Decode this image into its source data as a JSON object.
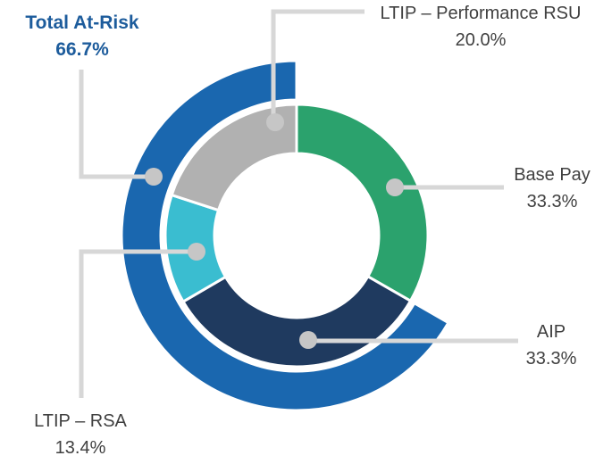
{
  "chart_data": {
    "type": "donut",
    "title": "",
    "units": "%",
    "inner_ring": {
      "start_angle_deg": 0,
      "clockwise": true,
      "segments": [
        {
          "label": "Base Pay",
          "value": 33.3,
          "display": "33.3%",
          "color": "#2BA26D"
        },
        {
          "label": "AIP",
          "value": 33.3,
          "display": "33.3%",
          "color": "#1F3A5F"
        },
        {
          "label": "LTIP – RSA",
          "value": 13.4,
          "display": "13.4%",
          "color": "#3ABDD0"
        },
        {
          "label": "LTIP – Performance RSU",
          "value": 20.0,
          "display": "20.0%",
          "color": "#B1B1B1"
        }
      ]
    },
    "outer_ring": {
      "label": "Total At-Risk",
      "value": 66.7,
      "display": "66.7%",
      "color": "#1A67AF",
      "starts_after": "Base Pay"
    }
  },
  "callouts": {
    "total_at_risk": {
      "label": "Total At-Risk",
      "pct": "66.7%"
    },
    "ltip_prsu": {
      "label": "LTIP – Performance RSU",
      "pct": "20.0%"
    },
    "base_pay": {
      "label": "Base Pay",
      "pct": "33.3%"
    },
    "aip": {
      "label": "AIP",
      "pct": "33.3%"
    },
    "ltip_rsa": {
      "label": "LTIP – RSA",
      "pct": "13.4%"
    }
  },
  "styles": {
    "accent_text_color": "#1D5C9C",
    "label_text_color": "#404040",
    "leader_line_color": "#D7D7D7",
    "leader_dot_color": "#C6C6C6",
    "segment_border_color": "#FFFFFF"
  }
}
